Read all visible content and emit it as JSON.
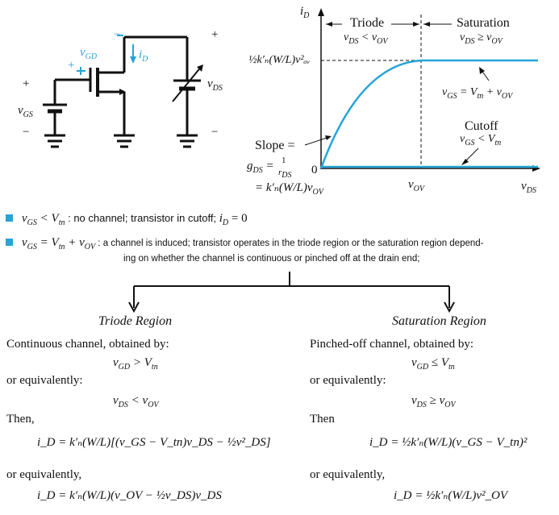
{
  "circuit": {
    "v_gd": "v",
    "v_gd_sub": "GD",
    "gd_plus": "+",
    "gd_minus": "−",
    "i_d": "i",
    "i_d_sub": "D",
    "gs_plus": "+",
    "gs_minus": "−",
    "v_gs": "v",
    "v_gs_sub": "GS",
    "ds_plus": "+",
    "ds_minus": "−",
    "v_ds": "v",
    "v_ds_sub": "DS"
  },
  "graph": {
    "y_axis": "i",
    "y_axis_sub": "D",
    "x_axis": "v",
    "x_axis_sub": "DS",
    "origin": "0",
    "vov_tick": "v",
    "vov_tick_sub": "OV",
    "triode_title": "Triode",
    "triode_cond": "v",
    "triode_cond_a": "DS",
    "triode_cond_op": " < v",
    "triode_cond_b": "OV",
    "saturation_title": "Saturation",
    "sat_cond": "v",
    "sat_cond_a": "DS",
    "sat_cond_op": " ≥ v",
    "sat_cond_b": "OV",
    "sat_level": "½k′ₙ(W/L)v²ₒᵥ",
    "curve_label": "v",
    "curve_label_a": "GS",
    "curve_label_op": " = V",
    "curve_label_b": "tn",
    "curve_label_op2": " + v",
    "curve_label_c": "OV",
    "cutoff_title": "Cutoff",
    "cutoff_cond": "v",
    "cutoff_cond_a": "GS",
    "cutoff_cond_op": " < V",
    "cutoff_cond_b": "tn",
    "slope_label": "Slope =",
    "gds_label": "g",
    "gds_sub": "DS",
    "gds_eq": " = ",
    "gds_frac_num": "1",
    "gds_frac_den": "r",
    "gds_frac_den_sub": "DS",
    "gds_eq2": "= k′ₙ(W/L)v",
    "gds_eq2_sub": "OV",
    "colors": {
      "curve": "#27a4d6",
      "text": "#111111"
    }
  },
  "bullets": [
    {
      "expr": "v",
      "expr_sub": "GS",
      "expr_op": " < V",
      "expr_sub2": "tn",
      "text": " : no channel; transistor in cutoff; ",
      "tail": "i",
      "tail_sub": "D",
      "tail_end": "  =  0"
    },
    {
      "expr": "v",
      "expr_sub": "GS",
      "expr_op": "  =  V",
      "expr_sub2": "tn",
      "expr_op2": " + v",
      "expr_sub3": "OV",
      "line1": " : a channel is induced; transistor operates in the triode region or the saturation region depend-",
      "line2": "ing on whether the channel is continuous or pinched off at the drain end;"
    }
  ],
  "triode": {
    "title": "Triode Region",
    "obtained": "Continuous channel, obtained by:",
    "cond1": "v",
    "cond1_sub": "GD",
    "cond1_op": " > V",
    "cond1_sub2": "tn",
    "equiv": "or equivalently:",
    "cond2": "v",
    "cond2_sub": "DS",
    "cond2_op": " < v",
    "cond2_sub2": "OV",
    "then": "Then,",
    "eq1": "i_D = k′ₙ(W/L)[(v_GS − V_tn)v_DS − ½v²_DS]",
    "equiv2": "or equivalently,",
    "eq2": "i_D = k′ₙ(W/L)(v_OV − ½v_DS)v_DS"
  },
  "saturation": {
    "title": "Saturation Region",
    "obtained": "Pinched-off channel, obtained by:",
    "cond1": "v",
    "cond1_sub": "GD",
    "cond1_op": " ≤ V",
    "cond1_sub2": "tn",
    "equiv": "or equivalently:",
    "cond2": "v",
    "cond2_sub": "DS",
    "cond2_op": " ≥ v",
    "cond2_sub2": "OV",
    "then": "Then",
    "eq1": "i_D = ½k′ₙ(W/L)(v_GS − V_tn)²",
    "equiv2": "or equivalently,",
    "eq2": "i_D = ½k′ₙ(W/L)v²_OV"
  }
}
